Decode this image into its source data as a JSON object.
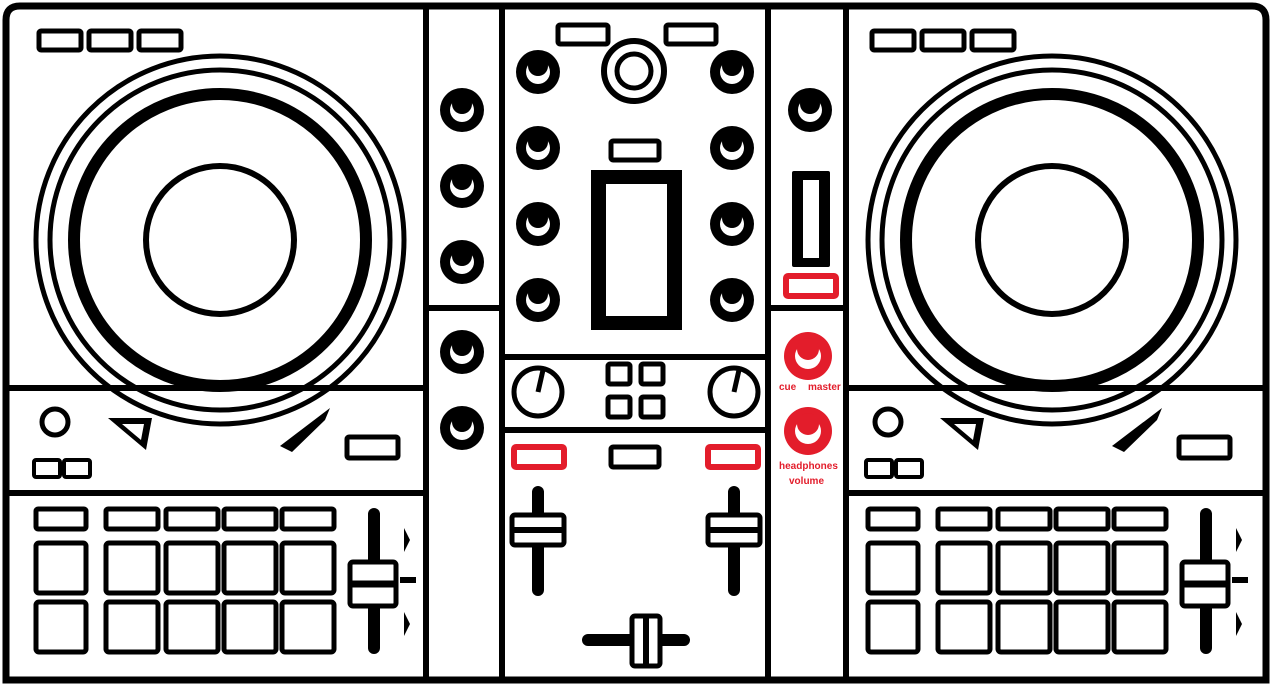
{
  "device": {
    "type": "dj-controller-diagram",
    "colors": {
      "line": "#000000",
      "highlight": "#e31d2b",
      "background": "#ffffff"
    }
  },
  "labels": {
    "cue": "cue",
    "master": "master",
    "headphones": "headphones",
    "volume": "volume"
  },
  "decks": [
    {
      "side": "left",
      "top_buttons": 3,
      "pad_mode_buttons": 5,
      "pads": 10,
      "icons": [
        "jog-wheel-icon",
        "pitch-fader-icon"
      ]
    },
    {
      "side": "right",
      "top_buttons": 3,
      "pad_mode_buttons": 5,
      "pads": 10,
      "icons": [
        "jog-wheel-icon",
        "pitch-fader-icon"
      ]
    }
  ],
  "mixer": {
    "highlighted_controls": [
      "channel-cue-button-left",
      "channel-cue-button-right",
      "master-volume-button",
      "cue-master-knob",
      "headphones-volume-knob"
    ]
  }
}
